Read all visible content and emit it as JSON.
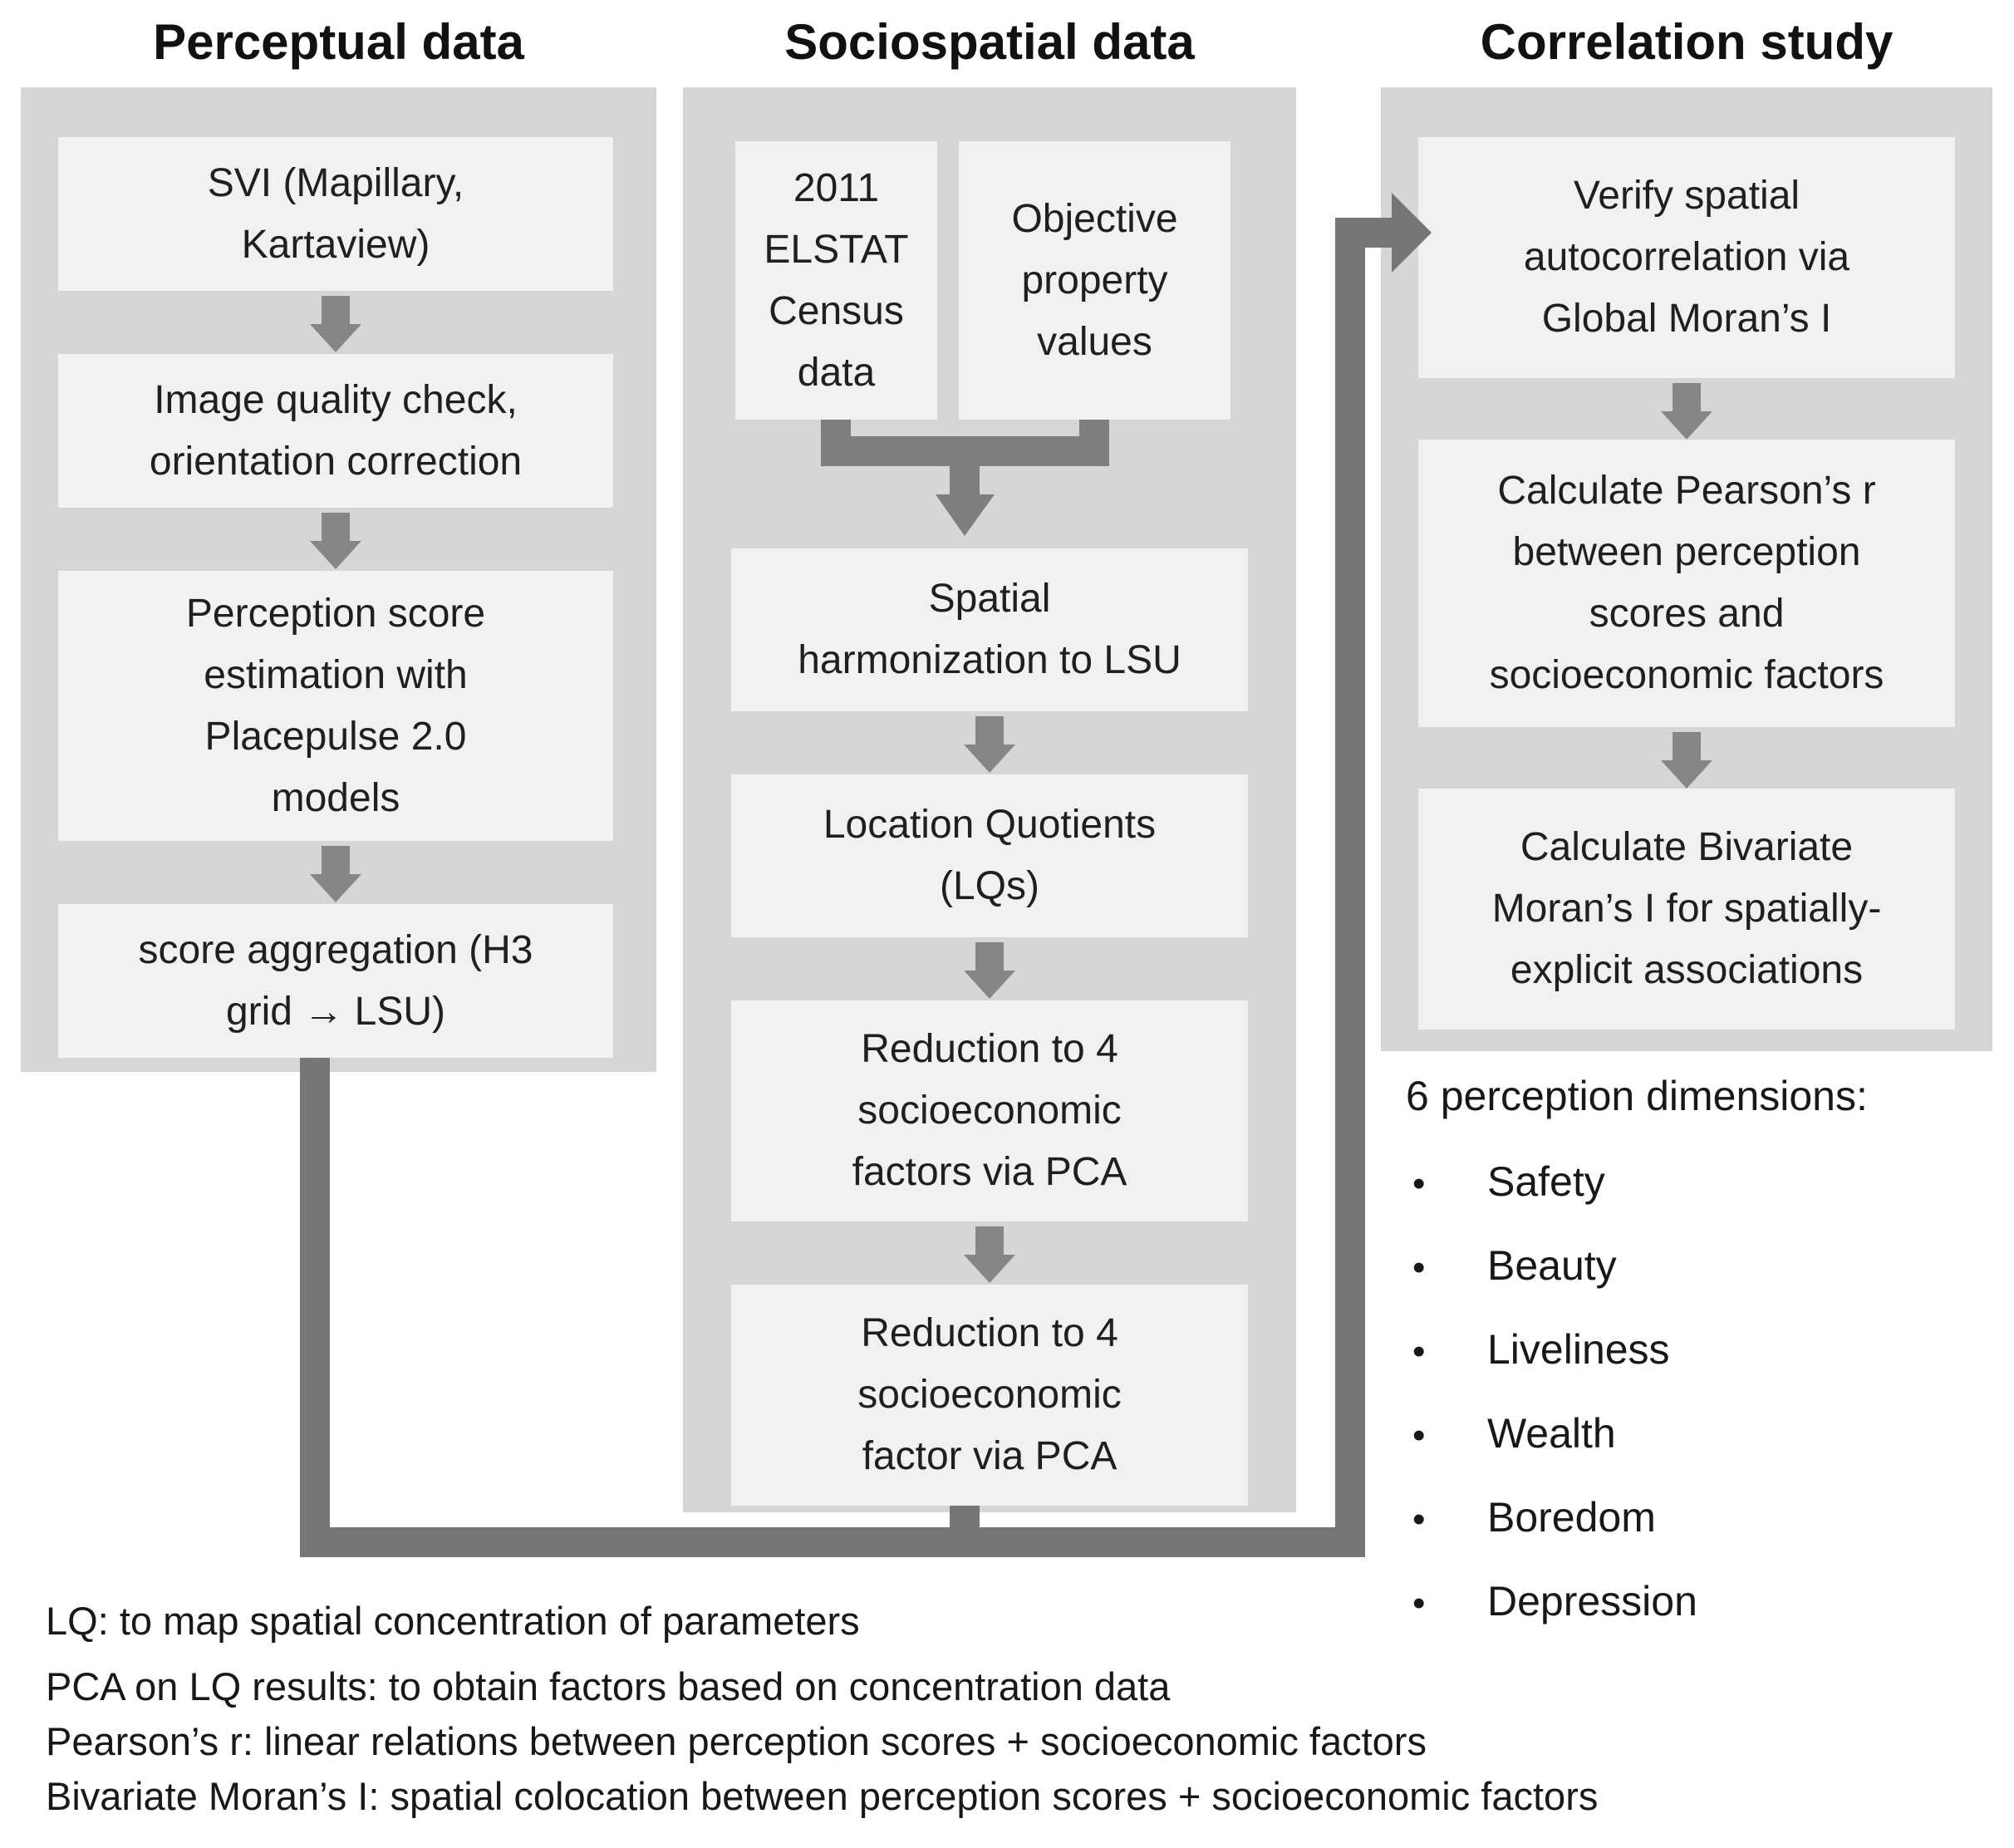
{
  "diagram": {
    "columns": [
      {
        "title": "Perceptual data",
        "boxes": [
          "SVI (Mapillary,\nKartaview)",
          "Image quality check,\norientation correction",
          "Perception score\nestimation with\nPlacepulse 2.0\nmodels",
          "score aggregation (H3\ngrid → LSU)"
        ]
      },
      {
        "title": "Sociospatial data",
        "input_boxes": [
          "2011\nELSTAT\nCensus\ndata",
          "Objective\nproperty\nvalues"
        ],
        "boxes": [
          "Spatial\nharmonization to LSU",
          "Location Quotients\n(LQs)",
          "Reduction to 4\nsocioeconomic\nfactors via PCA",
          "Reduction to 4\nsocioeconomic\nfactor via PCA"
        ]
      },
      {
        "title": "Correlation study",
        "boxes": [
          "Verify spatial\nautocorrelation via\nGlobal Moran’s I",
          "Calculate Pearson’s r\nbetween perception\nscores and\nsocioeconomic factors",
          "Calculate Bivariate\nMoran’s I  for spatially-\nexplicit associations"
        ]
      }
    ],
    "perception_dimensions": {
      "heading": "6 perception dimensions:",
      "bullet": "•",
      "items": [
        "Safety",
        "Beauty",
        "Liveliness",
        "Wealth",
        "Boredom",
        "Depression"
      ]
    },
    "notes": [
      "LQ: to map spatial concentration of parameters",
      "PCA on LQ results: to obtain factors based on concentration data",
      "Pearson’s r: linear relations between perception scores + socioeconomic factors",
      "Bivariate Moran’s I:  spatial colocation between perception scores + socioeconomic factors"
    ],
    "colors": {
      "panel_background": "#d7d6d6",
      "box_background": "#f2f1f0",
      "small_arrow": "#868686",
      "merge_connector": "#7e7e7e",
      "flow_connector": "#767676",
      "text": "#1f1f1f"
    }
  }
}
